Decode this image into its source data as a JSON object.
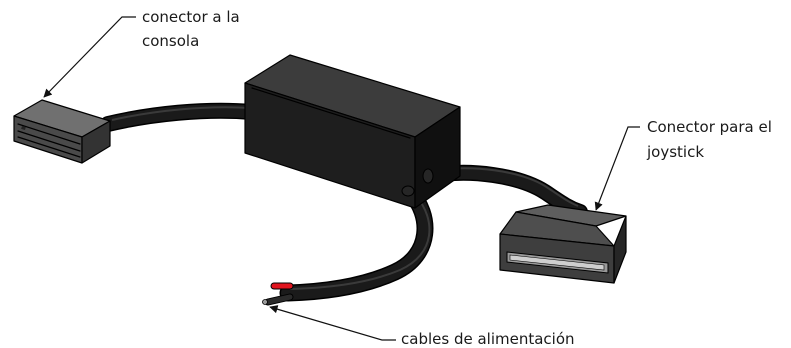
{
  "labels": {
    "console_connector_line1": "conector a la",
    "console_connector_line2": "consola",
    "joystick_connector_line1": "Conector para el",
    "joystick_connector_line2": "joystick",
    "power_cables": "cables de alimentación"
  },
  "colors": {
    "background": "#ffffff",
    "box_top": "#3c3c3c",
    "box_front": "#1e1e1e",
    "box_side": "#101010",
    "cable": "#161616",
    "connector_grey": "#5e5e5e",
    "wire_red": "#e0141e",
    "text": "#1a1a1a"
  }
}
